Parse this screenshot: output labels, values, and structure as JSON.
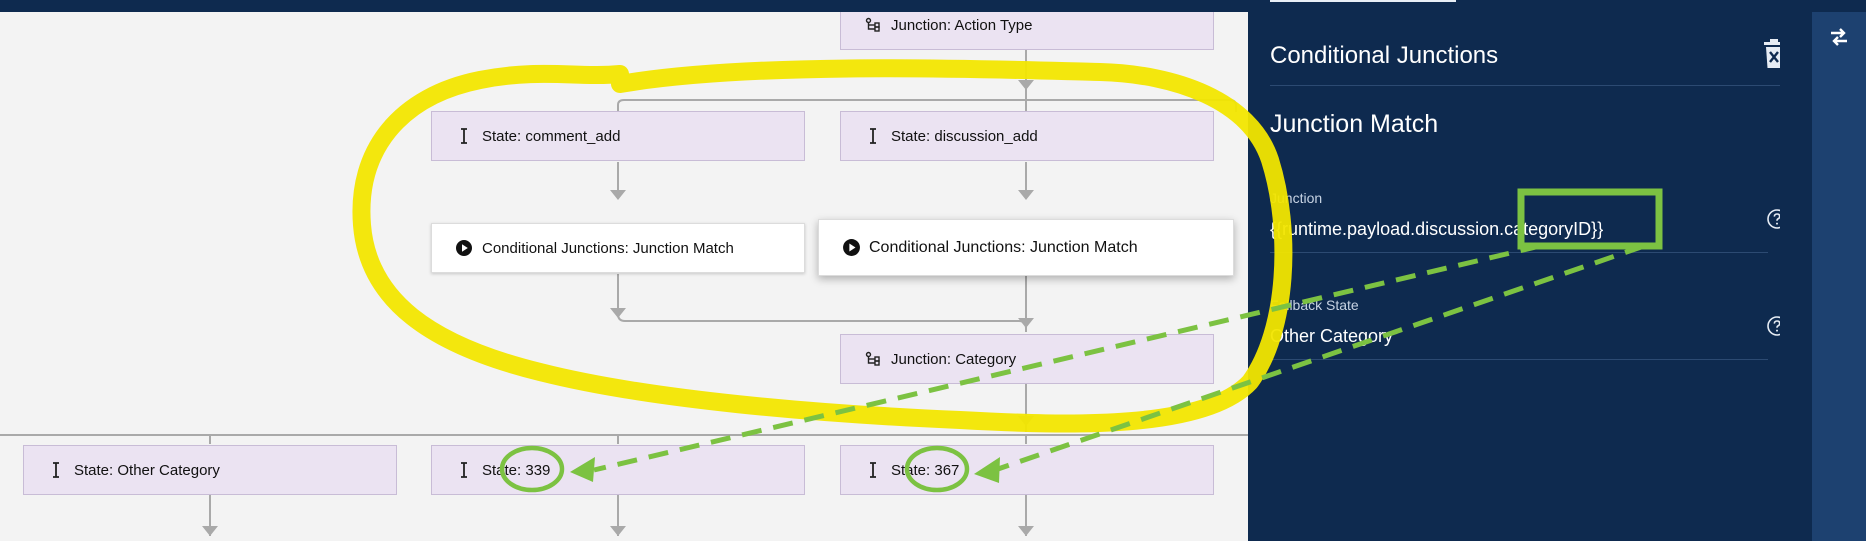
{
  "colors": {
    "panel_bg": "#0e2a4f",
    "state_bg": "#ebe3f2",
    "highlight_yellow": "#f2e600",
    "annotation_green": "#7cc242"
  },
  "canvas": {
    "nodes": {
      "junction_action_type": {
        "label": "Junction: Action Type",
        "icon": "junction-icon"
      },
      "state_comment_add": {
        "label": "State: comment_add",
        "icon": "state-icon"
      },
      "state_discussion_add": {
        "label": "State: discussion_add",
        "icon": "state-icon"
      },
      "action_junction_match_1": {
        "label": "Conditional Junctions: Junction Match",
        "icon": "play-icon"
      },
      "action_junction_match_2": {
        "label": "Conditional Junctions: Junction Match",
        "icon": "play-icon"
      },
      "junction_category": {
        "label": "Junction: Category",
        "icon": "junction-icon"
      },
      "state_other_category": {
        "label": "State: Other Category",
        "icon": "state-icon"
      },
      "state_339": {
        "label": "State: 339",
        "icon": "state-icon"
      },
      "state_367": {
        "label": "State: 367",
        "icon": "state-icon"
      }
    }
  },
  "panel": {
    "title": "Conditional Junctions",
    "subtitle": "Junction Match",
    "fields": [
      {
        "label": "Junction",
        "value": "{{runtime.payload.discussion.categoryID}}"
      },
      {
        "label": "Fallback State",
        "value": "Other Category"
      }
    ]
  }
}
